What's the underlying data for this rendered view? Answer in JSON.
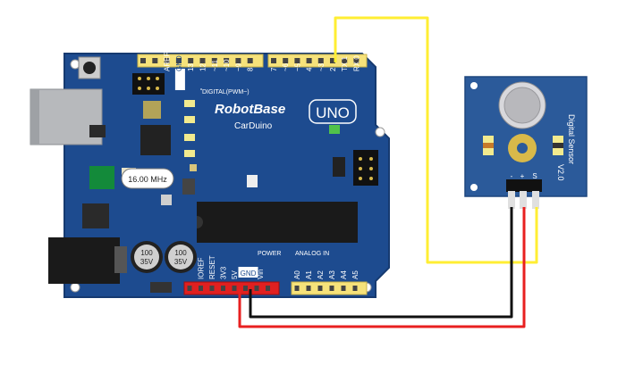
{
  "board": {
    "brand": "RobotBase",
    "model": "CarDuino",
    "badge": "UNO",
    "crystal": "16.00 MHz",
    "cap1_value": "100",
    "cap1_voltage": "35V",
    "cap2_value": "100",
    "cap2_voltage": "35V",
    "digital_section": "DIGITAL(PWM~)",
    "power_section": "POWER",
    "analog_section": "ANALOG IN",
    "top_labels": [
      "AREF",
      "GND",
      "13",
      "12",
      "~11",
      "~10",
      "~9",
      "8",
      "7",
      "~6",
      "~5",
      "4",
      "~3",
      "2",
      "TX 1",
      "RX 0"
    ],
    "bottom_labels": [
      "IOREF",
      "RESET",
      "3V3",
      "5V",
      "GND",
      "Vin",
      "A0",
      "A1",
      "A2",
      "A3",
      "A4",
      "A5"
    ]
  },
  "sensor": {
    "title_line1": "Digital Sensor",
    "title_line2": "V2.0",
    "pin_minus": "-",
    "pin_plus": "+",
    "pin_signal": "S"
  },
  "wires": [
    {
      "name": "signal",
      "color": "#ffee33",
      "from": "2",
      "to": "S"
    },
    {
      "name": "ground",
      "color": "#111111",
      "from": "GND",
      "to": "-"
    },
    {
      "name": "power",
      "color": "#e82020",
      "from": "5V",
      "to": "+"
    }
  ],
  "colors": {
    "board": "#1d4b8f",
    "sensor": "#2b5a9a",
    "header": "#f6e27a",
    "power_header": "#e02020"
  }
}
